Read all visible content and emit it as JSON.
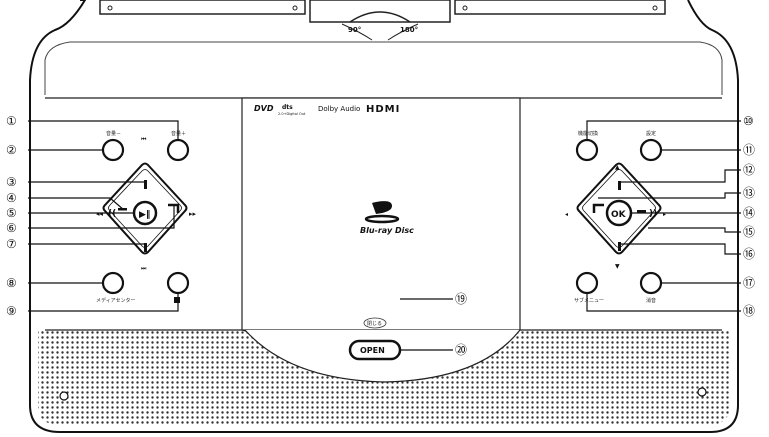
{
  "top": {
    "angle_left": "90°",
    "angle_right": "180°"
  },
  "logos": {
    "dvd": "DVD",
    "dts_line1": "dts",
    "dts_line2": "2.0+Digital Out",
    "dolby": "Dolby Audio",
    "hdmi": "HDMI",
    "bluray": "Blu-ray Disc"
  },
  "buttons": {
    "vol_down": "音量－",
    "vol_up": "音量＋",
    "media_center": "メディアセンター",
    "function_switch": "機能切換",
    "settings": "設定",
    "subtitle": "サブメニュー",
    "mute": "消音",
    "ok": "OK",
    "close": "閉じる",
    "open": "OPEN"
  },
  "callouts": [
    "①",
    "②",
    "③",
    "④",
    "⑤",
    "⑥",
    "⑦",
    "⑧",
    "⑨",
    "⑩",
    "⑪",
    "⑫",
    "⑬",
    "⑭",
    "⑮",
    "⑯",
    "⑰",
    "⑱",
    "⑲",
    "⑳"
  ]
}
